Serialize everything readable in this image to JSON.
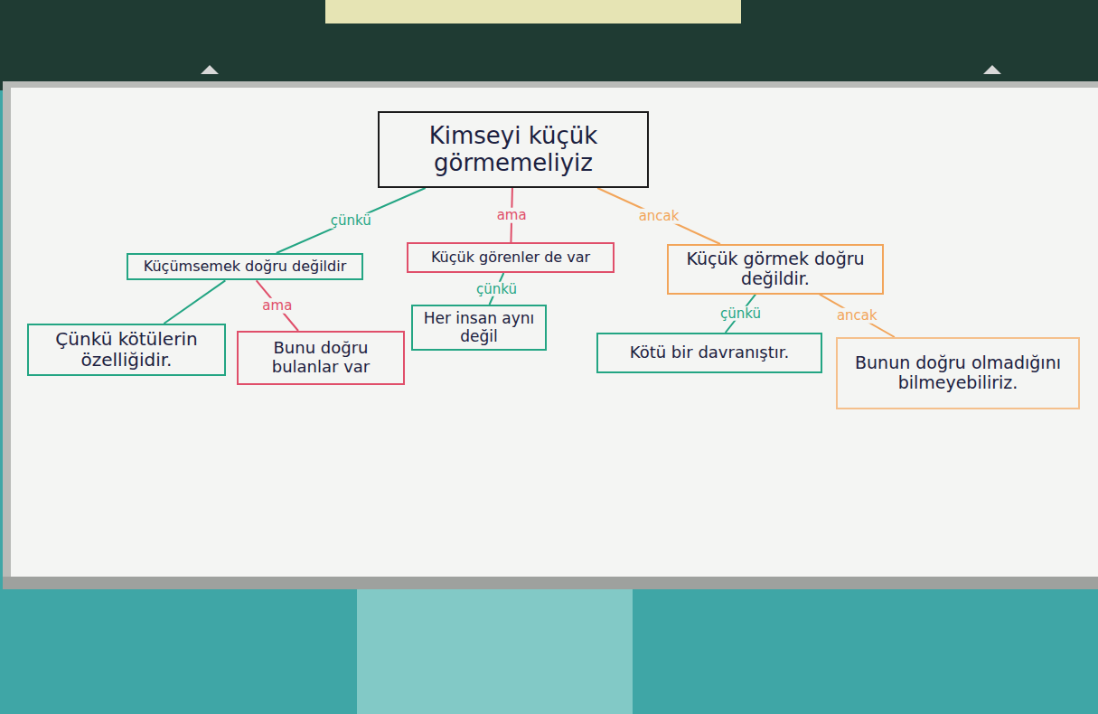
{
  "diagram": {
    "nodes": [
      {
        "text": [
          "Kimseyi küçük görmemeliyiz"
        ]
      },
      {
        "text": [
          "Küçümsemek doğru değildir"
        ]
      },
      {
        "text": [
          "Küçük görenler de var"
        ]
      },
      {
        "text": [
          "Küçük görmek doğru değildir."
        ]
      },
      {
        "text": [
          "Çünkü kötülerin özelliğidir."
        ]
      },
      {
        "text": [
          "Bunu doğru bulanlar var"
        ]
      },
      {
        "text": [
          "Her insan aynı değil"
        ]
      },
      {
        "text": [
          "Kötü bir davranıştır."
        ]
      },
      {
        "text": [
          "Bunun doğru olmadığını bilmeyebiliriz."
        ]
      }
    ],
    "edges": [
      {
        "from": 0,
        "to": 1,
        "label": "çünkü",
        "arrow": "none"
      },
      {
        "from": 0,
        "to": 2,
        "label": "ama",
        "arrow": "none"
      },
      {
        "from": 0,
        "to": 3,
        "label": "ancak",
        "arrow": "none"
      },
      {
        "from": 1,
        "to": 4,
        "arrow": "none"
      },
      {
        "from": 1,
        "to": 5,
        "label": "ama",
        "arrow": "none"
      },
      {
        "from": 2,
        "to": 6,
        "label": "çünkü",
        "arrow": "none"
      },
      {
        "from": 3,
        "to": 7,
        "label": "çünkü",
        "arrow": "none"
      },
      {
        "from": 3,
        "to": 8,
        "label": "ancak",
        "arrow": "none"
      }
    ]
  }
}
